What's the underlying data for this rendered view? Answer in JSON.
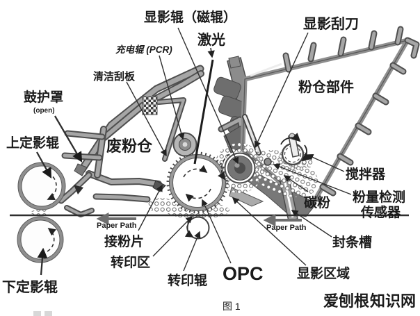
{
  "figure": {
    "caption": "图 1",
    "labels": {
      "developer_roller": "显影辊（磁辊）",
      "charge_roller": "充电辊 (PCR)",
      "laser": "激光",
      "developer_blade": "显影刮刀",
      "cleaning_blade": "清洁刮板",
      "drum_shield": "鼓护罩",
      "drum_shield_sub": "(open)",
      "upper_fuser_roller": "上定影辊",
      "waste_toner_bin": "废粉仓",
      "toner_hopper": "粉仓部件",
      "agitator": "搅拌器",
      "toner_sensor_line1": "粉量检测",
      "toner_sensor_line2": "传感器",
      "toner": "碳粉",
      "seal_slot": "封条槽",
      "toner_catch_sheet": "接粉片",
      "transfer_zone": "转印区",
      "transfer_roller": "转印辊",
      "opc": "OPC",
      "development_area": "显影区域",
      "lower_fuser_roller": "下定影辊",
      "paper_path": "Paper Path"
    },
    "watermark": {
      "highlight": "爱刨根",
      "rest": "知识网",
      "highlight_color": "#e8702f",
      "rest_color": "#9b9b9b"
    }
  }
}
